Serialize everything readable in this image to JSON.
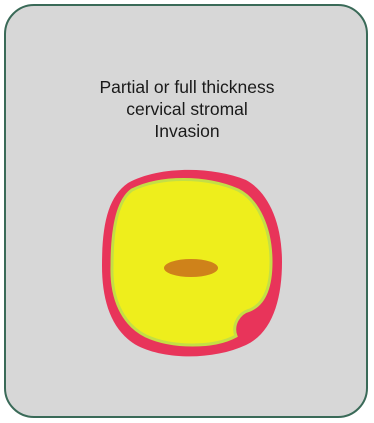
{
  "caption": {
    "lines": [
      "Partial or full thickness",
      "cervical stromal",
      "Invasion"
    ]
  },
  "colors": {
    "card_background": "#d7d7d7",
    "card_border": "#3a6a58",
    "invasion_ring": "#e8345a",
    "stroma": "#eeee1c",
    "stroma_edge": "#c4df45",
    "canal": "#cf821a"
  }
}
